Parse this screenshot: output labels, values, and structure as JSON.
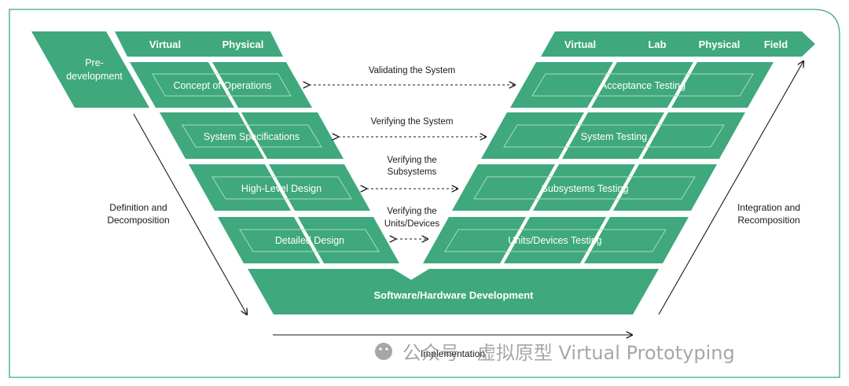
{
  "left_header": {
    "virtual": "Virtual",
    "physical": "Physical"
  },
  "right_header": {
    "virtual": "Virtual",
    "lab": "Lab",
    "physical": "Physical",
    "field": "Field"
  },
  "predevelopment": {
    "line1": "Pre-",
    "line2": "development"
  },
  "left_stages": {
    "concept": "Concept of Operations",
    "system_specs": "System Specifications",
    "high_level": "High-Level Design",
    "detailed": "Detailed Design"
  },
  "right_stages": {
    "acceptance": "Acceptance Testing",
    "system": "System Testing",
    "subsystems": "Subsystems Testing",
    "units": "Units/Devices Testing"
  },
  "bottom": "Software/Hardware Development",
  "links": {
    "validating": "Validating the System",
    "verifying_system": "Verifying the System",
    "verifying_subsystems_1": "Verifying the",
    "verifying_subsystems_2": "Subsystems",
    "verifying_units_1": "Verifying the",
    "verifying_units_2": "Units/Devices"
  },
  "sides": {
    "left_1": "Definition and",
    "left_2": "Decomposition",
    "right_1": "Integration and",
    "right_2": "Recomposition"
  },
  "implementation": "Implementation",
  "watermark": "公众号 · 虚拟原型 Virtual Prototyping",
  "colors": {
    "green": "#3fa87c",
    "line": "#1a1a1a",
    "frame": "#3fa87c"
  }
}
